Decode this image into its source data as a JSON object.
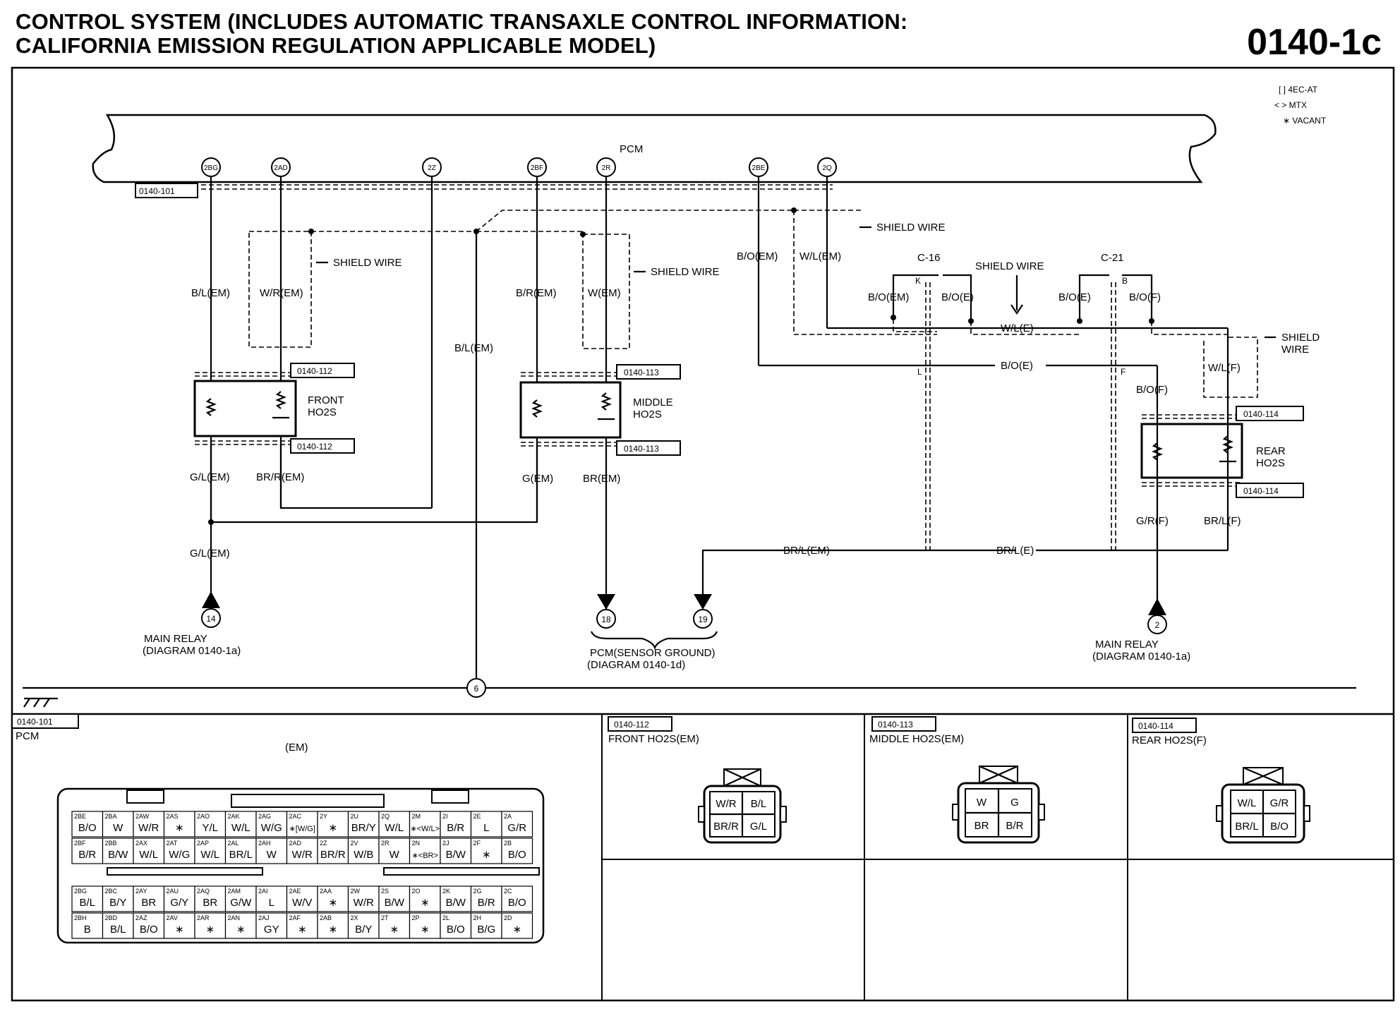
{
  "header": {
    "title_line1": "CONTROL SYSTEM (INCLUDES AUTOMATIC TRANSAXLE CONTROL INFORMATION:",
    "title_line2": "CALIFORNIA EMISSION REGULATION APPLICABLE MODEL)",
    "page_code": "0140-1c"
  },
  "legend": {
    "line1": "[ ] 4EC-AT",
    "line2": "< > MTX",
    "line3": "∗ VACANT"
  },
  "pcm_label": "PCM",
  "pins": [
    "2BG",
    "2AD",
    "2Z",
    "2BF",
    "2R",
    "2BE",
    "2Q"
  ],
  "refs": {
    "pcm_conn": "0140-101",
    "front_ref": "0140-112",
    "middle_ref": "0140-113",
    "rear_ref": "0140-114"
  },
  "shield_wire": "SHIELD WIRE",
  "shield_wire_split": [
    "SHIELD",
    "WIRE"
  ],
  "wires": {
    "bl_em": "B/L(EM)",
    "wr_em": "W/R(EM)",
    "br_em": "B/R(EM)",
    "w_em": "W(EM)",
    "bo_em": "B/O(EM)",
    "wl_em": "W/L(EM)",
    "bo_e": "B/O(E)",
    "bo_f": "B/O(F)",
    "wl_e": "W/L(E)",
    "wl_f": "W/L(F)",
    "gl_em": "G/L(EM)",
    "brr_em": "BR/R(EM)",
    "g_em": "G(EM)",
    "brr_em2": "BR(EM)",
    "gr_f": "G/R(F)",
    "brl_f": "BR/L(F)",
    "brl_em": "BR/L(EM)",
    "brl_e": "BR/L(E)"
  },
  "connectors": {
    "c16": "C-16",
    "c21": "C-21",
    "k": "K",
    "l": "L",
    "b": "B",
    "f": "F"
  },
  "sensors": {
    "front": [
      "FRONT",
      "HO2S"
    ],
    "middle": [
      "MIDDLE",
      "HO2S"
    ],
    "rear": [
      "REAR",
      "HO2S"
    ]
  },
  "terminals": {
    "t14": "14",
    "t18": "18",
    "t19": "19",
    "t2": "2",
    "t6": "6",
    "main_relay_left": [
      "MAIN RELAY",
      "(DIAGRAM 0140-1a)"
    ],
    "pcm_ground": [
      "PCM(SENSOR GROUND)",
      "(DIAGRAM 0140-1d)"
    ],
    "main_relay_right": [
      "MAIN RELAY",
      "(DIAGRAM 0140-1a)"
    ]
  },
  "panels": {
    "pcm": {
      "ref": "0140-101",
      "name": "PCM",
      "sub": "(EM)"
    },
    "front": {
      "ref": "0140-112",
      "name": "FRONT HO2S(EM)",
      "cells": [
        "W/R",
        "B/L",
        "BR/R",
        "G/L"
      ]
    },
    "middle": {
      "ref": "0140-113",
      "name": "MIDDLE HO2S(EM)",
      "cells": [
        "W",
        "G",
        "BR",
        "B/R"
      ]
    },
    "rear": {
      "ref": "0140-114",
      "name": "REAR HO2S(F)",
      "cells": [
        "W/L",
        "G/R",
        "BR/L",
        "B/O"
      ]
    }
  },
  "pcm_connector": {
    "row1": [
      [
        "2BE",
        "B/O"
      ],
      [
        "2BA",
        "W"
      ],
      [
        "2AW",
        "W/R"
      ],
      [
        "2AS",
        "∗"
      ],
      [
        "2AO",
        "Y/L"
      ],
      [
        "2AK",
        "W/L"
      ],
      [
        "2AG",
        "W/G"
      ],
      [
        "2AC",
        "∗[W/G]"
      ],
      [
        "2Y",
        "∗"
      ],
      [
        "2U",
        "BR/Y"
      ],
      [
        "2Q",
        "W/L"
      ],
      [
        "2M",
        "∗<W/L>"
      ],
      [
        "2I",
        "B/R"
      ],
      [
        "2E",
        "L"
      ],
      [
        "2A",
        "G/R"
      ]
    ],
    "row2": [
      [
        "2BF",
        "B/R"
      ],
      [
        "2BB",
        "B/W"
      ],
      [
        "2AX",
        "W/L"
      ],
      [
        "2AT",
        "W/G"
      ],
      [
        "2AP",
        "W/L"
      ],
      [
        "2AL",
        "BR/L"
      ],
      [
        "2AH",
        "W"
      ],
      [
        "2AD",
        "W/R"
      ],
      [
        "2Z",
        "BR/R"
      ],
      [
        "2V",
        "W/B"
      ],
      [
        "2R",
        "W"
      ],
      [
        "2N",
        "∗<BR>"
      ],
      [
        "2J",
        "B/W"
      ],
      [
        "2F",
        "∗"
      ],
      [
        "2B",
        "B/O"
      ]
    ],
    "row3": [
      [
        "2BG",
        "B/L"
      ],
      [
        "2BC",
        "B/Y"
      ],
      [
        "2AY",
        "BR"
      ],
      [
        "2AU",
        "G/Y"
      ],
      [
        "2AQ",
        "BR"
      ],
      [
        "2AM",
        "G/W"
      ],
      [
        "2AI",
        "L"
      ],
      [
        "2AE",
        "W/V"
      ],
      [
        "2AA",
        "∗"
      ],
      [
        "2W",
        "W/R"
      ],
      [
        "2S",
        "B/W"
      ],
      [
        "2O",
        "∗"
      ],
      [
        "2K",
        "B/W"
      ],
      [
        "2G",
        "B/R"
      ],
      [
        "2C",
        "B/O"
      ]
    ],
    "row4": [
      [
        "2BH",
        "B"
      ],
      [
        "2BD",
        "B/L"
      ],
      [
        "2AZ",
        "B/O"
      ],
      [
        "2AV",
        "∗"
      ],
      [
        "2AR",
        "∗"
      ],
      [
        "2AN",
        "∗"
      ],
      [
        "2AJ",
        "GY"
      ],
      [
        "2AF",
        "∗"
      ],
      [
        "2AB",
        "∗"
      ],
      [
        "2X",
        "B/Y"
      ],
      [
        "2T",
        "∗"
      ],
      [
        "2P",
        "∗"
      ],
      [
        "2L",
        "B/O"
      ],
      [
        "2H",
        "B/G"
      ],
      [
        "2D",
        "∗"
      ]
    ]
  }
}
